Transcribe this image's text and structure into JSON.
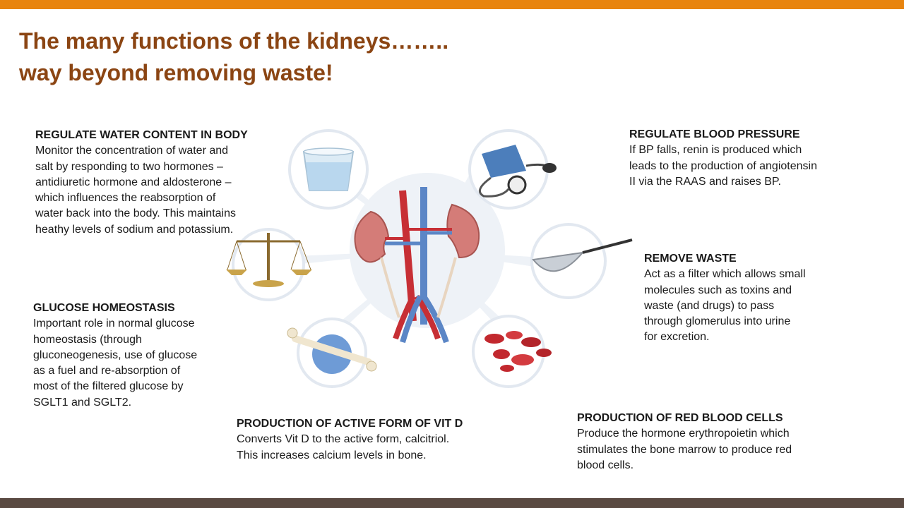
{
  "colors": {
    "top_bar": "#E8840E",
    "bottom_bar": "#5A4A42",
    "title": "#8B4513",
    "text": "#1a1a1a"
  },
  "title": {
    "line1": "The many functions of the kidneys……..",
    "line2": "way beyond removing waste!"
  },
  "functions": {
    "water": {
      "heading": "REGULATE WATER CONTENT IN BODY",
      "body": "Monitor the concentration of water and\nsalt by responding to two hormones –\nantidiuretic hormone and aldosterone –\nwhich influences the reabsorption of\nwater back into the body. This maintains\nheathy levels of sodium and potassium."
    },
    "glucose": {
      "heading": "GLUCOSE HOMEOSTASIS",
      "body": "Important role in normal glucose\nhomeostasis (through\ngluconeogenesis, use of glucose\nas a fuel and re-absorption of\nmost of the filtered glucose by\nSGLT1 and SGLT2."
    },
    "vitd": {
      "heading": "PRODUCTION OF ACTIVE FORM OF VIT D",
      "body": "Converts Vit D to the active form, calcitriol.\nThis increases calcium levels in bone."
    },
    "bp": {
      "heading": "REGULATE BLOOD PRESSURE",
      "body": "If BP falls, renin is produced which\nleads to the production of  angiotensin\nII via the RAAS and raises BP."
    },
    "waste": {
      "heading": "REMOVE WASTE",
      "body": "Act as a filter which allows small\nmolecules such as  toxins and\nwaste (and drugs) to pass\nthrough glomerulus into urine\nfor excretion."
    },
    "rbc": {
      "heading": "PRODUCTION OF RED BLOOD CELLS",
      "body": "Produce the hormone erythropoietin which\nstimulates the bone marrow to produce red\nblood cells."
    }
  },
  "illustration": {
    "icons": [
      "water-glass-icon",
      "blood-pressure-cuff-icon",
      "balance-scale-icon",
      "sieve-icon",
      "bone-icon",
      "red-blood-cells-icon"
    ]
  }
}
